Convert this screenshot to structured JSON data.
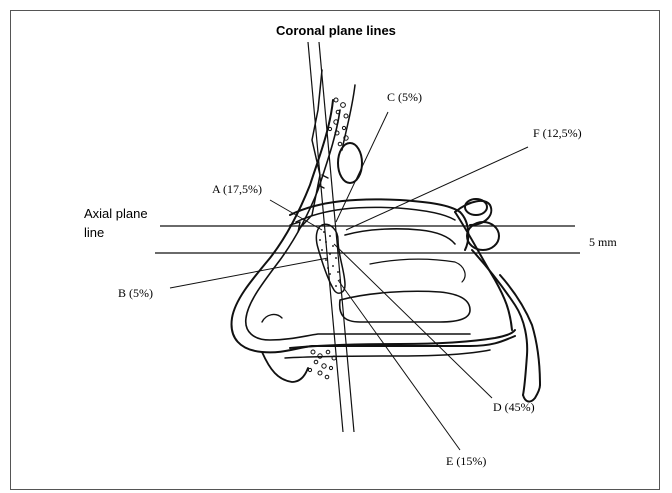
{
  "figure": {
    "labels": {
      "coronal": "Coronal plane lines",
      "axial_line1": "Axial plane",
      "axial_line2": "line",
      "distance": "5 mm",
      "a": "A (17,5%)",
      "b": "B (5%)",
      "c": "C (5%)",
      "d": "D (45%)",
      "e": "E (15%)",
      "f": "F (12,5%)"
    }
  }
}
